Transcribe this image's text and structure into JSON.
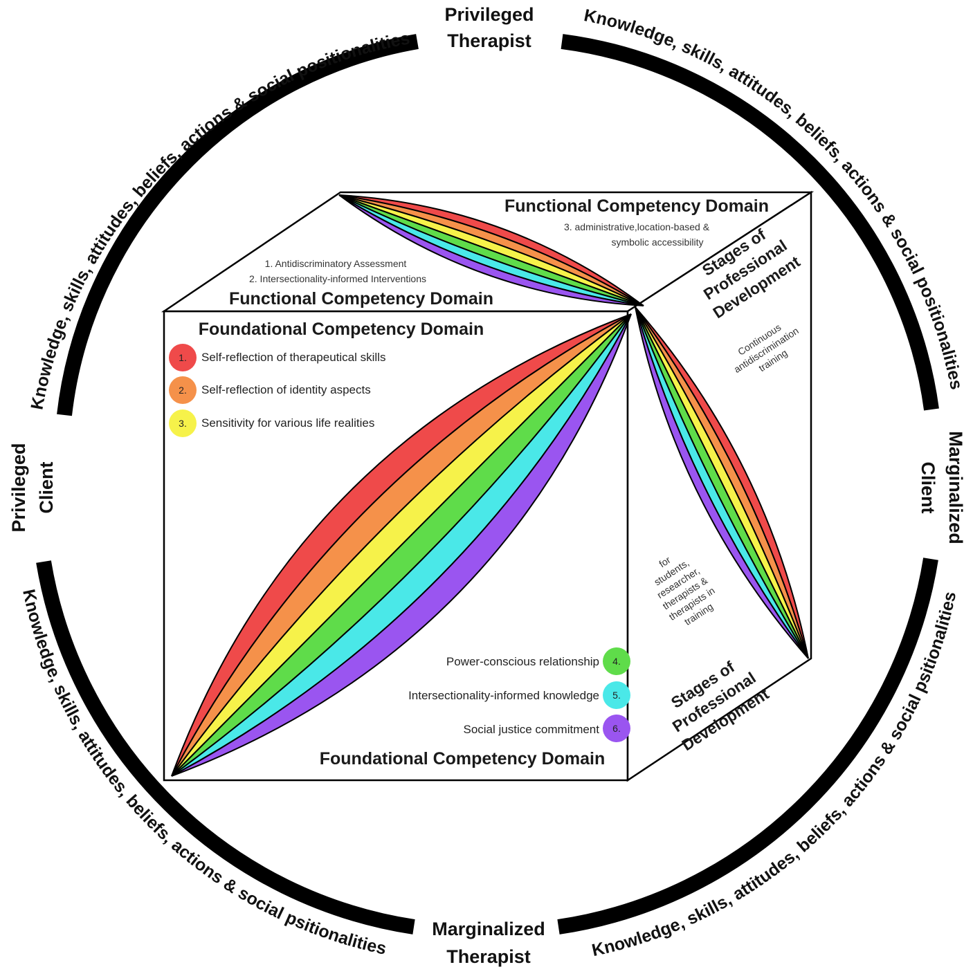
{
  "poles": {
    "top": [
      "Privileged",
      "Therapist"
    ],
    "bottom": [
      "Marginalized",
      "Therapist"
    ],
    "left": [
      "Privileged",
      "Client"
    ],
    "right": [
      "Marginalized",
      "Client"
    ]
  },
  "arcs": {
    "top_left": "Knowledge, skills, attitudes, beliefs, actions & social positionalities",
    "top_right": "Knowledge, skills, attitudes, beliefs, actions & social positionalities",
    "bottom_left": "Knowledge, skills, attitudes, beliefs, actions & social psitionalities",
    "bottom_right": "Knowledge, skills, attitudes, beliefs, actions & social psitionalities"
  },
  "cube": {
    "functional_title": "Functional Competency Domain",
    "functional_items_left": [
      "1. Antidiscriminatory Assessment",
      "2. Intersectionality-informed Interventions"
    ],
    "functional_item_right": [
      "3. administrative,location-based &",
      "symbolic accessibility"
    ],
    "foundational_title": "Foundational Competency Domain",
    "foundational_items_top": [
      {
        "num": "1.",
        "label": "Self-reflection of therapeutical skills",
        "color": "#ef4a4a"
      },
      {
        "num": "2.",
        "label": "Self-reflection of identity aspects",
        "color": "#f5914a"
      },
      {
        "num": "3.",
        "label": "Sensitivity for various life realities",
        "color": "#f6f24a"
      }
    ],
    "foundational_items_bottom": [
      {
        "num": "4.",
        "label": "Power-conscious relationship",
        "color": "#5fdc4a"
      },
      {
        "num": "5.",
        "label": "Intersectionality-informed knowledge",
        "color": "#4ae8e8"
      },
      {
        "num": "6.",
        "label": "Social justice commitment",
        "color": "#9a55f0"
      }
    ],
    "stages_title": [
      "Stages of",
      "Professional",
      "Development"
    ],
    "stages_note_top": [
      "Continuous",
      "antidiscrimination",
      "training"
    ],
    "stages_note_bottom": [
      "for",
      "students,",
      "researcher,",
      "therapists &",
      "therapists in",
      "training"
    ]
  },
  "rainbow_colors": [
    "#ef4a4a",
    "#f5914a",
    "#f6f24a",
    "#5fdc4a",
    "#4ae8e8",
    "#9a55f0"
  ]
}
